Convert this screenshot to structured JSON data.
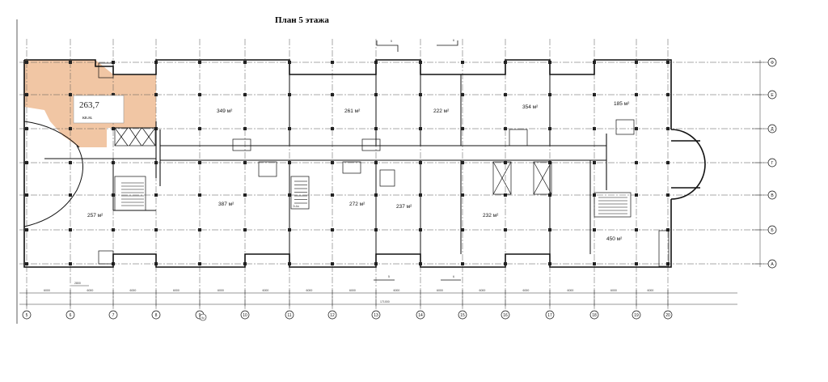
{
  "title": "План  5 этажа",
  "highlight": {
    "value": "263,7",
    "unit": "кв.м.",
    "color": "#f0c09a"
  },
  "rooms": [
    {
      "id": "r349",
      "area": "349 м²"
    },
    {
      "id": "r261",
      "area": "261 м²"
    },
    {
      "id": "r222",
      "area": "222 м²"
    },
    {
      "id": "r354",
      "area": "354 м²"
    },
    {
      "id": "r185",
      "area": "185 м²"
    },
    {
      "id": "r257",
      "area": "257 м²"
    },
    {
      "id": "r387",
      "area": "387 м²"
    },
    {
      "id": "r272",
      "area": "272 м²"
    },
    {
      "id": "r237",
      "area": "237 м²"
    },
    {
      "id": "r232",
      "area": "232 м²"
    },
    {
      "id": "r450",
      "area": "450 м²"
    }
  ],
  "axes_bottom": [
    "5",
    "6",
    "7",
    "8",
    "9",
    "10",
    "11",
    "12",
    "13",
    "14",
    "15",
    "16",
    "17",
    "18",
    "19",
    "20"
  ],
  "axes_bottom_extra": "9с",
  "axes_right": [
    "Ф",
    "Е",
    "Д",
    "Г",
    "В",
    "Б",
    "А"
  ],
  "section_marks": [
    "5",
    "6"
  ],
  "dim_labels": [
    "6000",
    "6000",
    "6000",
    "6000",
    "6000",
    "6000",
    "6000",
    "6000",
    "6000",
    "6000",
    "6000",
    "6000",
    "6000",
    "6000",
    "6000",
    "5400"
  ],
  "dim_total": "171000",
  "dim_small": "2800",
  "stair_label": "Э-4а"
}
